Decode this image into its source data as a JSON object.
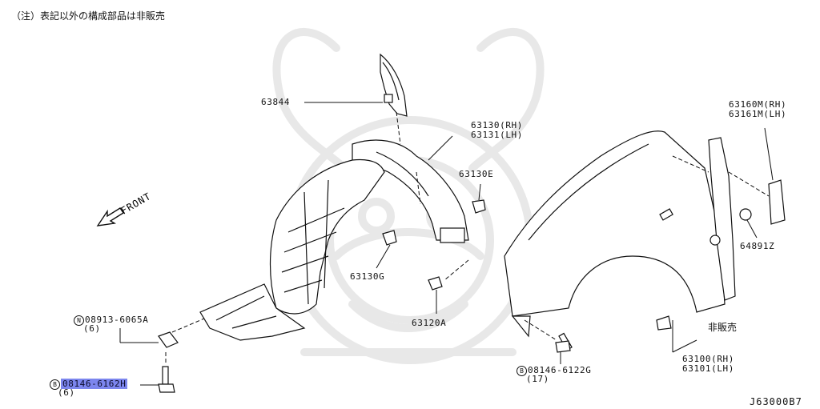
{
  "note": "（注）表記以外の構成部品は非販売",
  "watermark_color": "#e6e6e6",
  "highlight_color": "#7c86ee",
  "diagram_code": "J63000B7",
  "front_label": "FRONT",
  "parts": {
    "p63844": "63844",
    "p63130_rh": "63130(RH)",
    "p63131_lh": "63131(LH)",
    "p63130e": "63130E",
    "p63130g": "63130G",
    "p63120a": "63120A",
    "p63160m_rh": "63160M(RH)",
    "p63161m_lh": "63161M(LH)",
    "p64891z": "64891Z",
    "hihanbai": "非販売",
    "p63100_rh": "63100(RH)",
    "p63101_lh": "63101(LH)",
    "n08913": "08913-6065A",
    "n08913_qty": "(6)",
    "n08913_sym": "N",
    "b08146_6162h": "08146-6162H",
    "b08146_6162h_qty": "(6)",
    "b08146_6162h_sym": "B",
    "b08146_6122g": "08146-6122G",
    "b08146_6122g_qty": "(17)",
    "b08146_6122g_sym": "B"
  }
}
